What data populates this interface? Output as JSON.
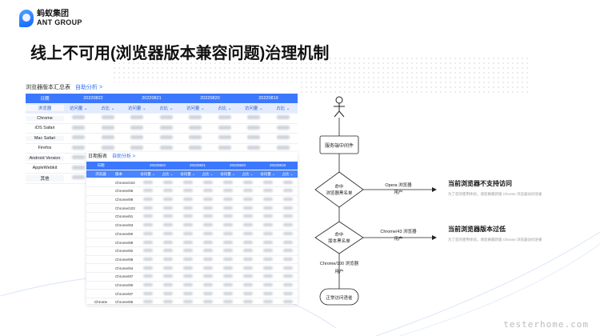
{
  "brand": {
    "cn": "蚂蚁集团",
    "en": "ANT GROUP"
  },
  "title": "线上不可用(浏览器版本兼容问题)治理机制",
  "table1": {
    "caption": "浏览器版本汇总表",
    "link": "自助分析 >",
    "date_header": "日期",
    "dates": [
      "20220822",
      "20220821",
      "20220820",
      "20220819"
    ],
    "col_header": "浏览器",
    "sub": [
      "访问量 ⌄",
      "占比 ⌄"
    ],
    "rows": [
      "Chrome",
      "iOS Safari",
      "Mac Safari",
      "Firefox",
      "Android Version",
      "AppleWebkit",
      "其他"
    ]
  },
  "table2": {
    "caption": "日期报表",
    "link": "自助分析 >",
    "date_header": "日期",
    "dates": [
      "20220822",
      "20220821",
      "20220820",
      "20220819"
    ],
    "col_header": "浏览器",
    "version_header": "版本",
    "group_label": "Chrome",
    "sub": [
      "访问量 ⌄",
      "占比 ⌄"
    ],
    "rows": [
      "Chrome/104",
      "Chrome/96",
      "Chrome/99",
      "Chrome/103",
      "Chrome/81",
      "Chrome/93",
      "Chrome/80",
      "Chrome/89",
      "Chrome/92",
      "Chrome/98",
      "Chrome/94",
      "Chrome/97",
      "Chrome/90",
      "Chrome/87",
      "Chrome/86"
    ]
  },
  "flow": {
    "node_service": "服务端中间件",
    "d1_l1": "命中",
    "d1_l2": "浏览器黑名单",
    "d2_l1": "命中",
    "d2_l2": "版本黑名单",
    "e1_l1": "Opera 浏览器",
    "e1_l2": "用户",
    "e2_l1": "Chrome/43 浏览器",
    "e2_l2": "用户",
    "e3_l1": "Chrome/100 浏览器",
    "e3_l2": "用户",
    "end_node": "正常访问语雀"
  },
  "results": {
    "r1_title": "当前浏览器不支持访问",
    "r1_desc": "为了您的使用体验，请您换最新版 Chrome 浏览器访问语雀",
    "r2_title": "当前浏览器版本过低",
    "r2_desc": "为了您的使用体验，请您换最新版 Chrome 浏览器访问语雀"
  },
  "watermark": "testerhome.com",
  "colors": {
    "accent": "#3b78ff",
    "header_sub": "#e3ebff"
  }
}
